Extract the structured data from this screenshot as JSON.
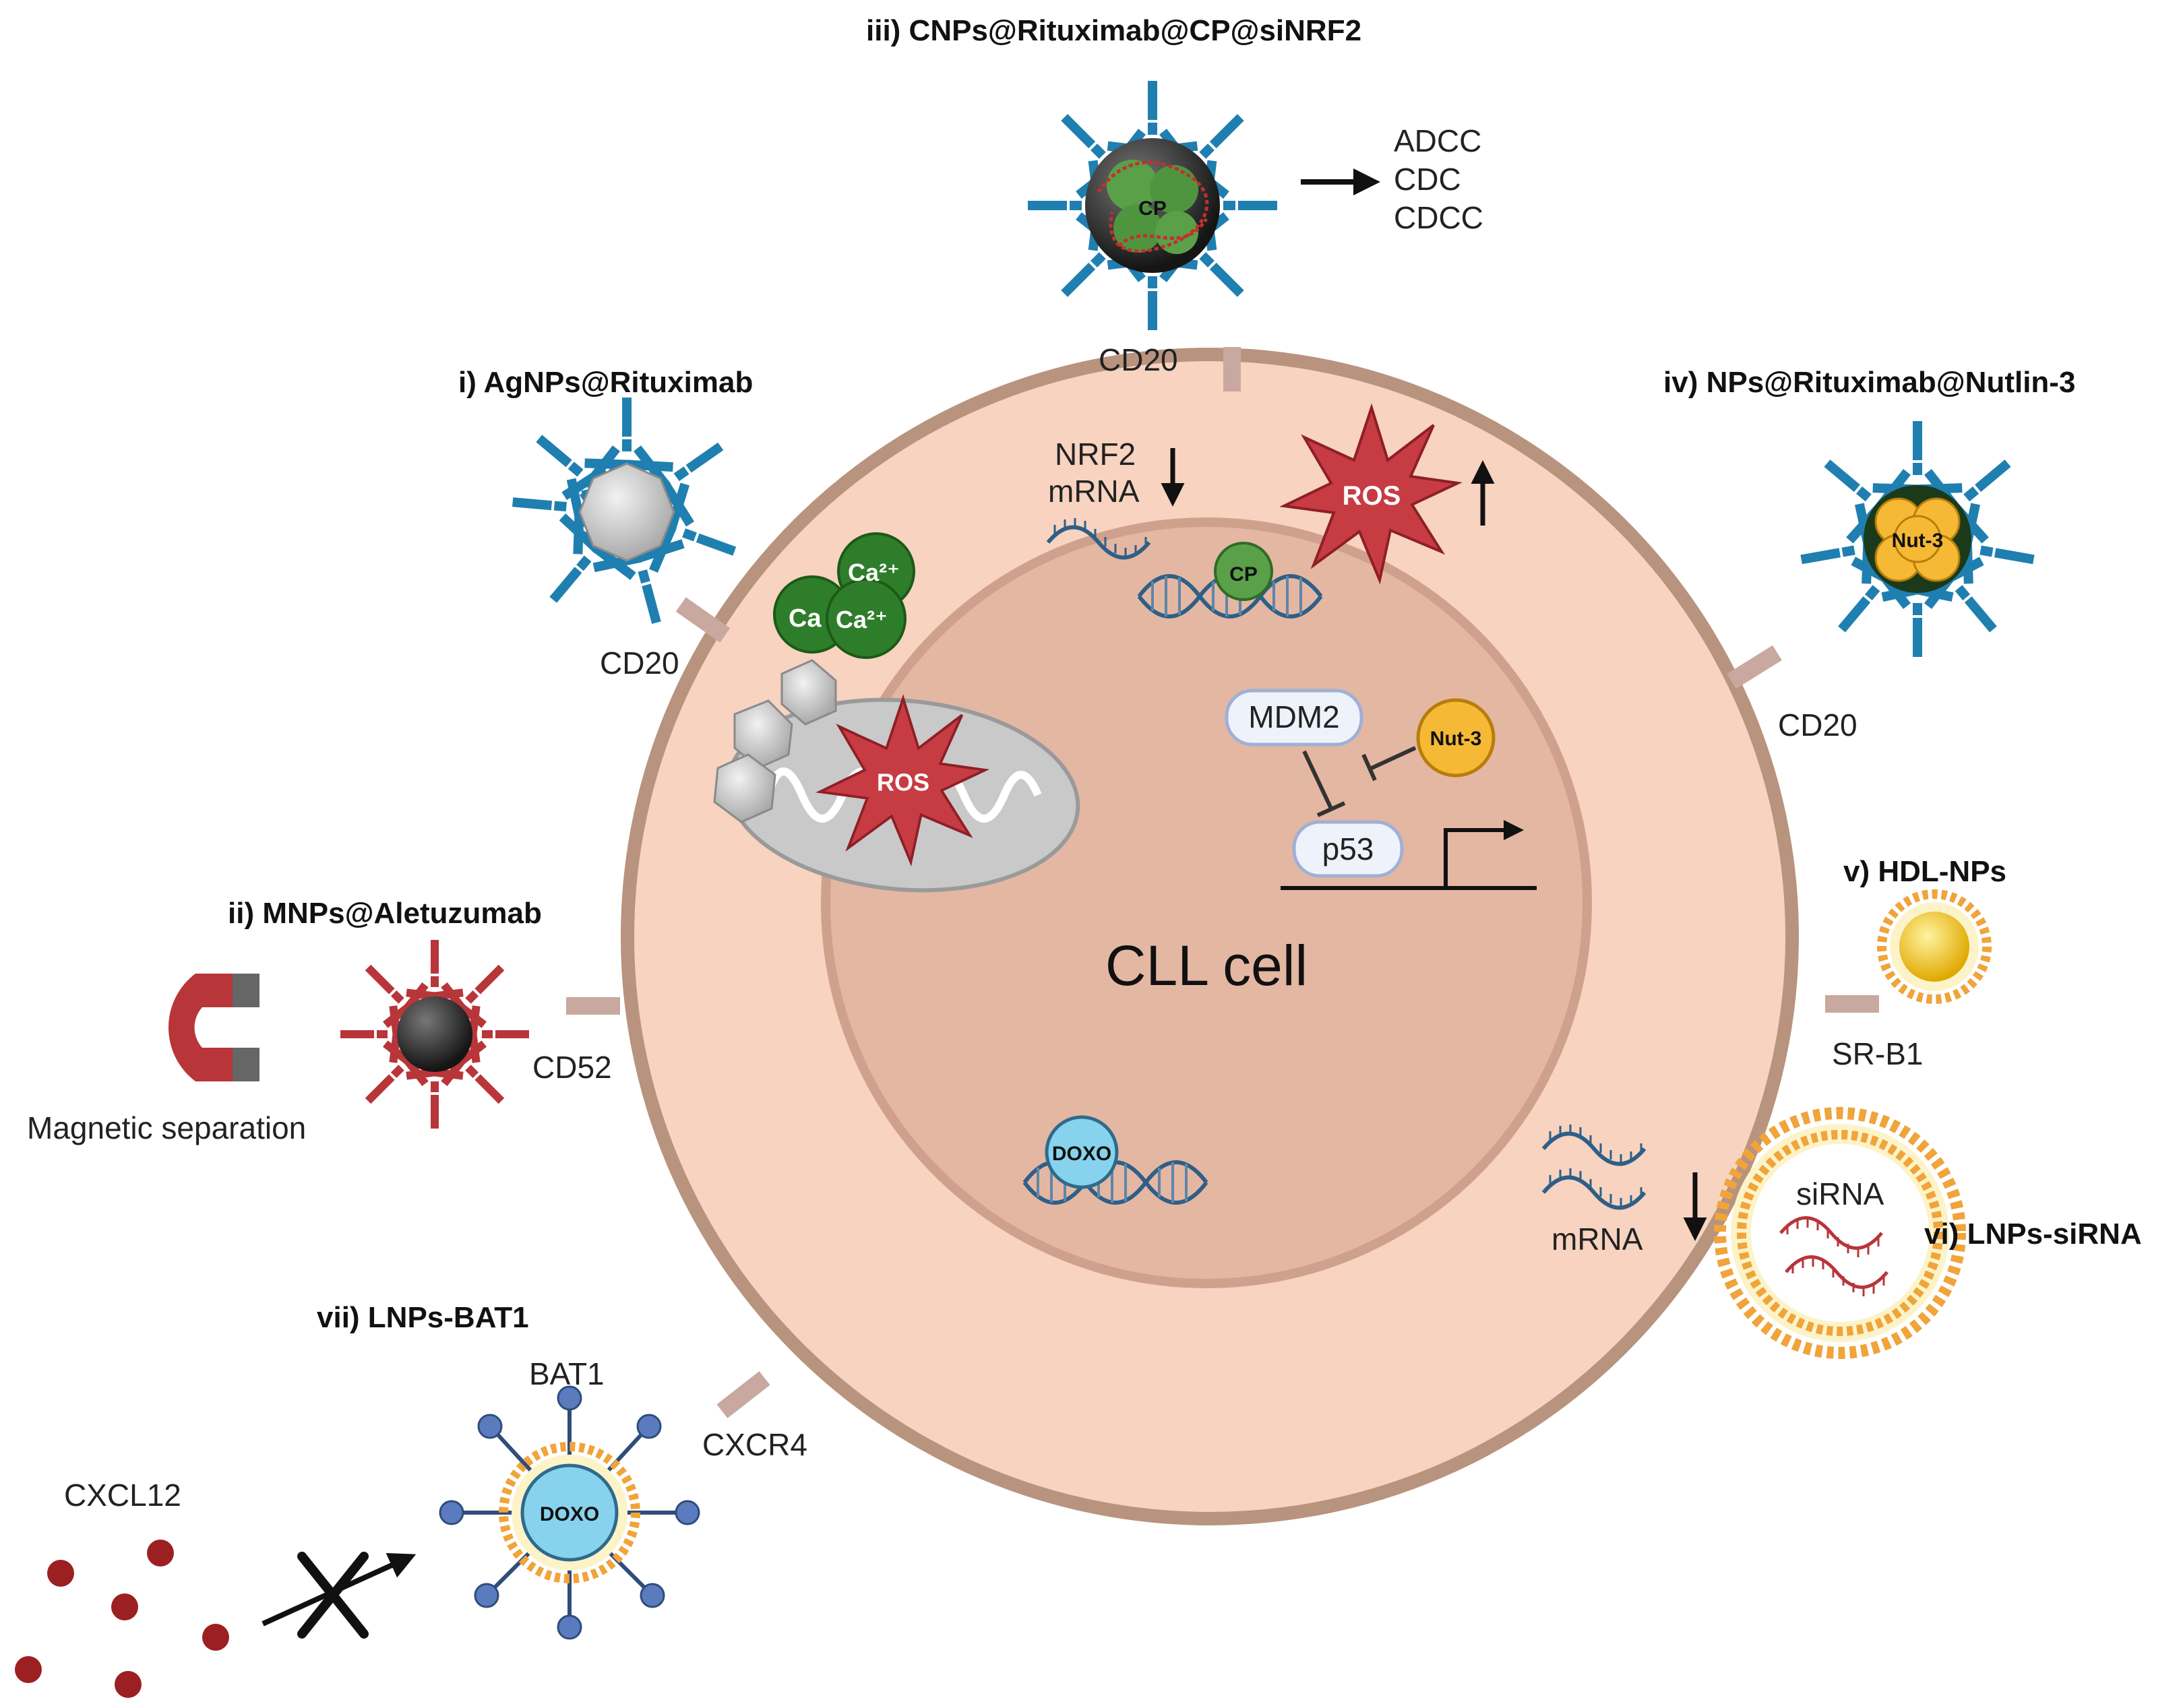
{
  "colors": {
    "cell_fill": "#f7d3c0",
    "cell_border": "#b8937e",
    "nucleus_fill": "#e4b7a3",
    "nucleus_border": "#cfa18d",
    "receptor": "#c9a8a0",
    "antibody_blue": "#1f7fb0",
    "antibody_red": "#b8353a",
    "ros": "#c73c43",
    "calcium": "#2e7d2a",
    "nutlin": "#f5b935",
    "lipid": "#f0a43a",
    "doxo": "#87d3ee",
    "bat1_ligand": "#5b7bbf",
    "cxcl12": "#9c1f22",
    "dna": "#2f5f86",
    "sirna": "#b8353a"
  },
  "cell": {
    "label": "CLL cell"
  },
  "nanoparticles": [
    {
      "id": "i",
      "title": "i)  AgNPs@Rituximab",
      "receptor": "CD20"
    },
    {
      "id": "ii",
      "title": "ii) MNPs@Aletuzumab",
      "receptor": "CD52",
      "extra": "Magnetic separation"
    },
    {
      "id": "iii",
      "title": "iii) CNPs@Rituximab@CP@siNRF2",
      "receptor": "CD20",
      "core": "CP",
      "effects": [
        "ADCC",
        "CDC",
        "CDCC"
      ]
    },
    {
      "id": "iv",
      "title": "iv) NPs@Rituximab@Nutlin-3",
      "receptor": "CD20",
      "core": "Nut-3"
    },
    {
      "id": "v",
      "title": "v) HDL-NPs",
      "receptor": "SR-B1"
    },
    {
      "id": "vi",
      "title": "vi)  LNPs-siRNA",
      "cargo": "siRNA"
    },
    {
      "id": "vii",
      "title": "vii) LNPs-BAT1",
      "ligand": "BAT1",
      "core": "DOXO",
      "receptor": "CXCR4",
      "blocked": "CXCL12"
    }
  ],
  "intracellular": {
    "nrf2": "NRF2\nmRNA",
    "nrf2_line1": "NRF2",
    "nrf2_line2": "mRNA",
    "ros": "ROS",
    "cp": "CP",
    "ca_main": "Ca²⁺",
    "ca_partial": "Ca",
    "mdm2": "MDM2",
    "nut3": "Nut-3",
    "p53": "p53",
    "doxo": "DOXO",
    "mrna": "mRNA"
  }
}
